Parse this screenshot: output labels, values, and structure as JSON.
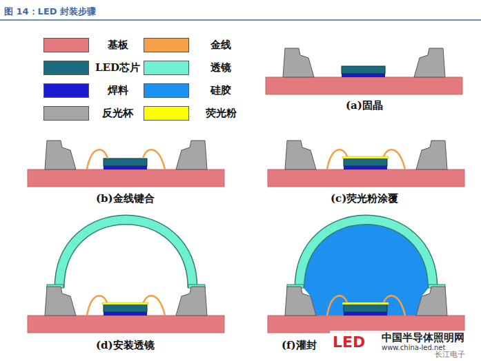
{
  "diagram": {
    "title": "图 14：LED 封装步骤",
    "labels": [
      "(a)固晶",
      "(b)金线键合",
      "(c)荧光粉涂覆",
      "(d)安装透镜",
      "(f)灌封",
      "LED",
      "中国半导体照明网",
      "www.china-led.net",
      "长江电子"
    ],
    "legend": [
      {
        "text": "基板",
        "color": "#e37a7f"
      },
      {
        "text": "金线",
        "color": "#f5a048"
      },
      {
        "text": "LED芯片",
        "color": "#1a6a80"
      },
      {
        "text": "透镜",
        "color": "#6ff0d0"
      },
      {
        "text": "焊料",
        "color": "#1a1ad0"
      },
      {
        "text": "硅胶",
        "color": "#1e90f0"
      },
      {
        "text": "反光杯",
        "color": "#a6a6a6"
      },
      {
        "text": "荧光粉",
        "color": "#ffff00"
      }
    ]
  }
}
